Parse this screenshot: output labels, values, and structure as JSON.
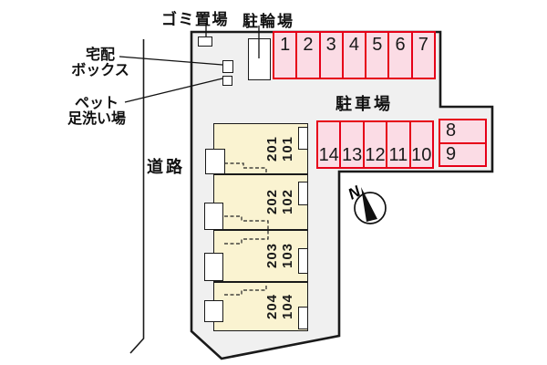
{
  "map": {
    "labels": {
      "garbage": "ゴミ置場",
      "bicycle": "駐輪場",
      "delivery_line1": "宅配",
      "delivery_line2": "ボックス",
      "pet_line1": "ペット",
      "pet_line2": "足洗い場",
      "road": "道路",
      "parking": "駐車場",
      "north": "N"
    },
    "parking": {
      "row_top": [
        "1",
        "2",
        "3",
        "4",
        "5",
        "6",
        "7"
      ],
      "row_bottom": [
        "14",
        "13",
        "12",
        "11",
        "10"
      ],
      "side": [
        "8",
        "9"
      ]
    },
    "units": [
      {
        "upper": "201",
        "lower": "101"
      },
      {
        "upper": "202",
        "lower": "102"
      },
      {
        "upper": "203",
        "lower": "103"
      },
      {
        "upper": "204",
        "lower": "104"
      }
    ],
    "colors": {
      "parking_border": "#e60018",
      "parking_fill": "#fbdce5",
      "building_fill": "#faf3d1",
      "site_fill": "#f0f0f0",
      "line": "#1a1a1a"
    }
  }
}
